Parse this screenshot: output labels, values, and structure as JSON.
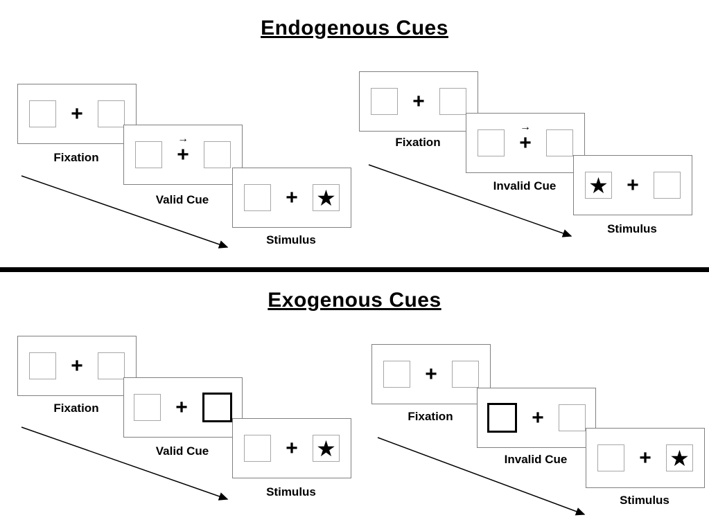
{
  "glyphs": {
    "plus": "+",
    "cue_arrow": "→",
    "star": "★"
  },
  "colors": {
    "ink": "#000000",
    "panel_border": "#7f7f7f",
    "box_border": "#a6a6a6",
    "divider": "#000000"
  },
  "sections": [
    {
      "title": "Endogenous Cues",
      "sequences": [
        {
          "trial_type": "valid",
          "cue_direction": "right",
          "target_side": "right",
          "panels": [
            {
              "label": "Fixation"
            },
            {
              "label": "Valid Cue"
            },
            {
              "label": "Stimulus"
            }
          ]
        },
        {
          "trial_type": "invalid",
          "cue_direction": "right",
          "target_side": "left",
          "panels": [
            {
              "label": "Fixation"
            },
            {
              "label": "Invalid Cue"
            },
            {
              "label": "Stimulus"
            }
          ]
        }
      ]
    },
    {
      "title": "Exogenous Cues",
      "sequences": [
        {
          "trial_type": "valid",
          "cued_box": "right",
          "target_side": "right",
          "panels": [
            {
              "label": "Fixation"
            },
            {
              "label": "Valid Cue"
            },
            {
              "label": "Stimulus"
            }
          ]
        },
        {
          "trial_type": "invalid",
          "cued_box": "left",
          "target_side": "right",
          "panels": [
            {
              "label": "Fixation"
            },
            {
              "label": "Invalid Cue"
            },
            {
              "label": "Stimulus"
            }
          ]
        }
      ]
    }
  ]
}
